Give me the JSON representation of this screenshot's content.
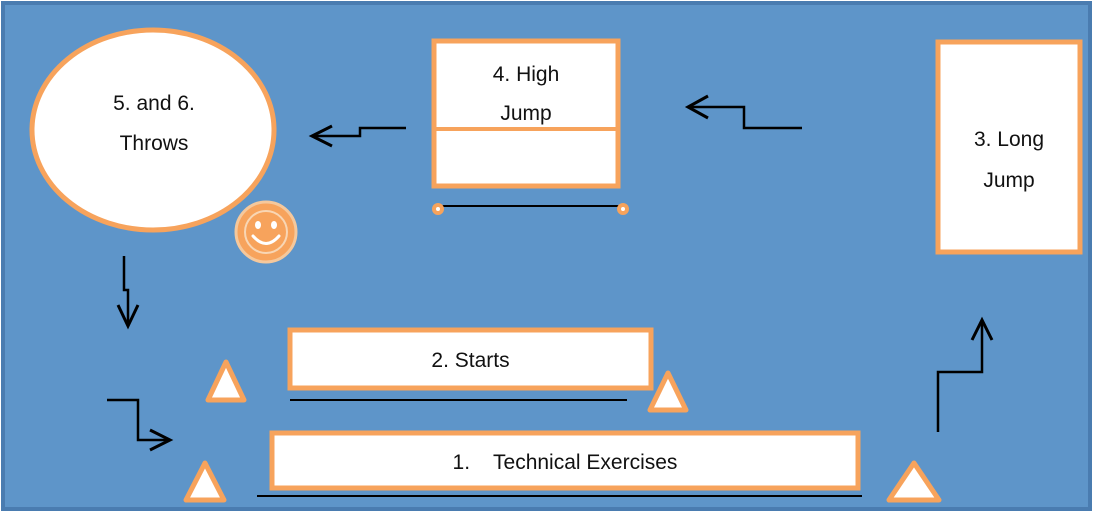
{
  "stations": {
    "technical": "1.    Technical Exercises",
    "starts": "2. Starts",
    "long_jump_l1": "3. Long",
    "long_jump_l2": "Jump",
    "high_jump_l1": "4. High",
    "high_jump_l2": "Jump",
    "throws_l1": "5. and 6.",
    "throws_l2": "Throws"
  },
  "colors": {
    "field": "#5e95c9",
    "border": "#4a7cb0",
    "accent": "#f7a35c",
    "box_fill": "#ffffff",
    "line": "#000000"
  },
  "icons": [
    "cone-icon",
    "smiley-icon",
    "arrow-icon",
    "rake-icon"
  ]
}
